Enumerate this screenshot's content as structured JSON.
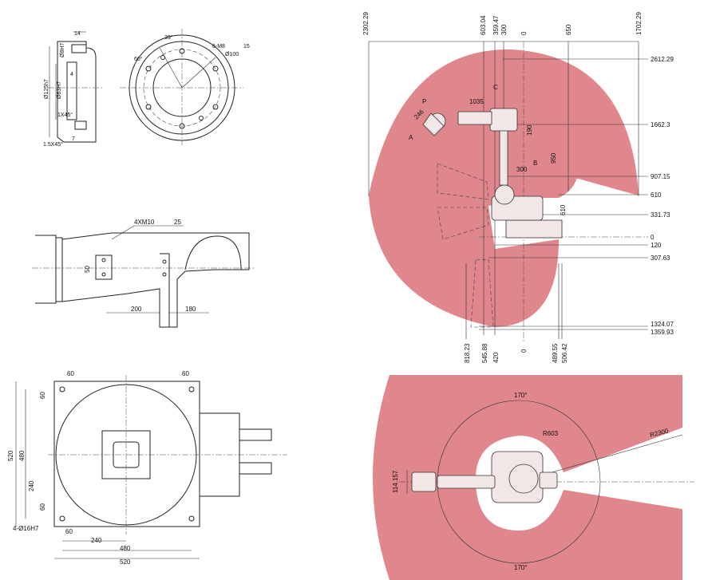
{
  "flange_side": {
    "dims": [
      "14",
      "Ø8H7",
      "4",
      "Ø125h7",
      "Ø63H7",
      "1X45°",
      "1.5X45°",
      "7"
    ]
  },
  "flange_front": {
    "dims": [
      "39°",
      "6-M8",
      "15",
      "Ø100",
      "60°"
    ]
  },
  "arm_detail": {
    "dims": [
      "4XM10",
      "25",
      "50",
      "200",
      "180"
    ]
  },
  "base_plan": {
    "dims": [
      "60",
      "60",
      "60",
      "520",
      "480",
      "240",
      "60",
      "60",
      "4-Ø16H7",
      "240",
      "480",
      "520"
    ]
  },
  "side_workspace": {
    "top_dims": [
      "2302.29",
      "603.04",
      "359.47",
      "300",
      "0",
      "650",
      "1702.29"
    ],
    "right_dims": [
      "2612.29",
      "1662.3",
      "907.15",
      "610",
      "331.73",
      "0",
      "120",
      "307.63",
      "1324.07",
      "1359.93"
    ],
    "bottom_dims": [
      "818.23",
      "545.88",
      "420",
      "0",
      "489.55",
      "506.42"
    ],
    "arm_dims": [
      "P",
      "C",
      "1035",
      "246",
      "A",
      "190",
      "300",
      "B",
      "950",
      "610"
    ]
  },
  "top_workspace": {
    "dims": [
      "170°",
      "R603",
      "R2300",
      "114.157",
      "170°"
    ]
  },
  "colors": {
    "zone": "#e0868d",
    "line": "#222222"
  }
}
